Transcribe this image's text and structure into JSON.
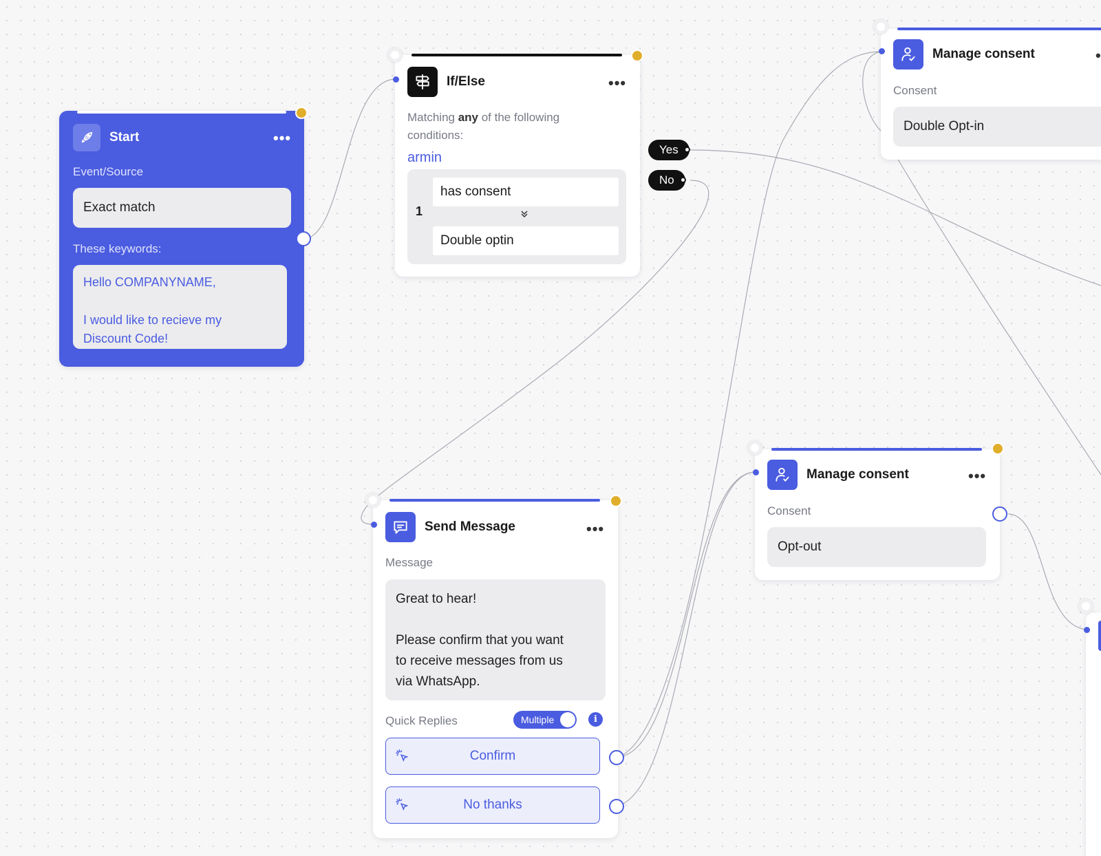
{
  "colors": {
    "accent": "#4a5ce0",
    "output_port": "#e1ae2c",
    "canvas": "#f7f7f8"
  },
  "start": {
    "icon": "rocket-icon",
    "title": "Start",
    "more": "•••",
    "event_label": "Event/Source",
    "event_value": "Exact match",
    "keywords_label": "These keywords:",
    "keywords_line1": "Hello COMPANYNAME,",
    "keywords_line2": "I would like to recieve my",
    "keywords_line3": "Discount Code!"
  },
  "ifelse": {
    "icon": "signpost-icon",
    "title": "If/Else",
    "more": "•••",
    "desc_pre": "Matching ",
    "desc_bold": "any",
    "desc_post": " of the following conditions:",
    "contact": "armin",
    "condition_index": "1",
    "condition_a": "has consent",
    "operator_icon": "chevrons-down-icon",
    "condition_b": "Double optin",
    "yes": "Yes",
    "no": "No"
  },
  "consent_top": {
    "icon": "user-check-icon",
    "title": "Manage consent",
    "more": "•••",
    "label": "Consent",
    "value": "Double Opt-in"
  },
  "send_message": {
    "icon": "chat-bubble-icon",
    "title": "Send Message",
    "more": "•••",
    "message_label": "Message",
    "message_line1": "Great to hear!",
    "message_line2": "Please confirm that you want",
    "message_line3": "to receive messages from us",
    "message_line4": "via WhatsApp.",
    "quick_replies_label": "Quick Replies",
    "multiple_toggle": "Multiple",
    "info_icon": "i",
    "reply_confirm": "Confirm",
    "reply_no_thanks": "No thanks"
  },
  "consent_mid": {
    "icon": "user-check-icon",
    "title": "Manage consent",
    "more": "•••",
    "label": "Consent",
    "value": "Opt-out"
  }
}
